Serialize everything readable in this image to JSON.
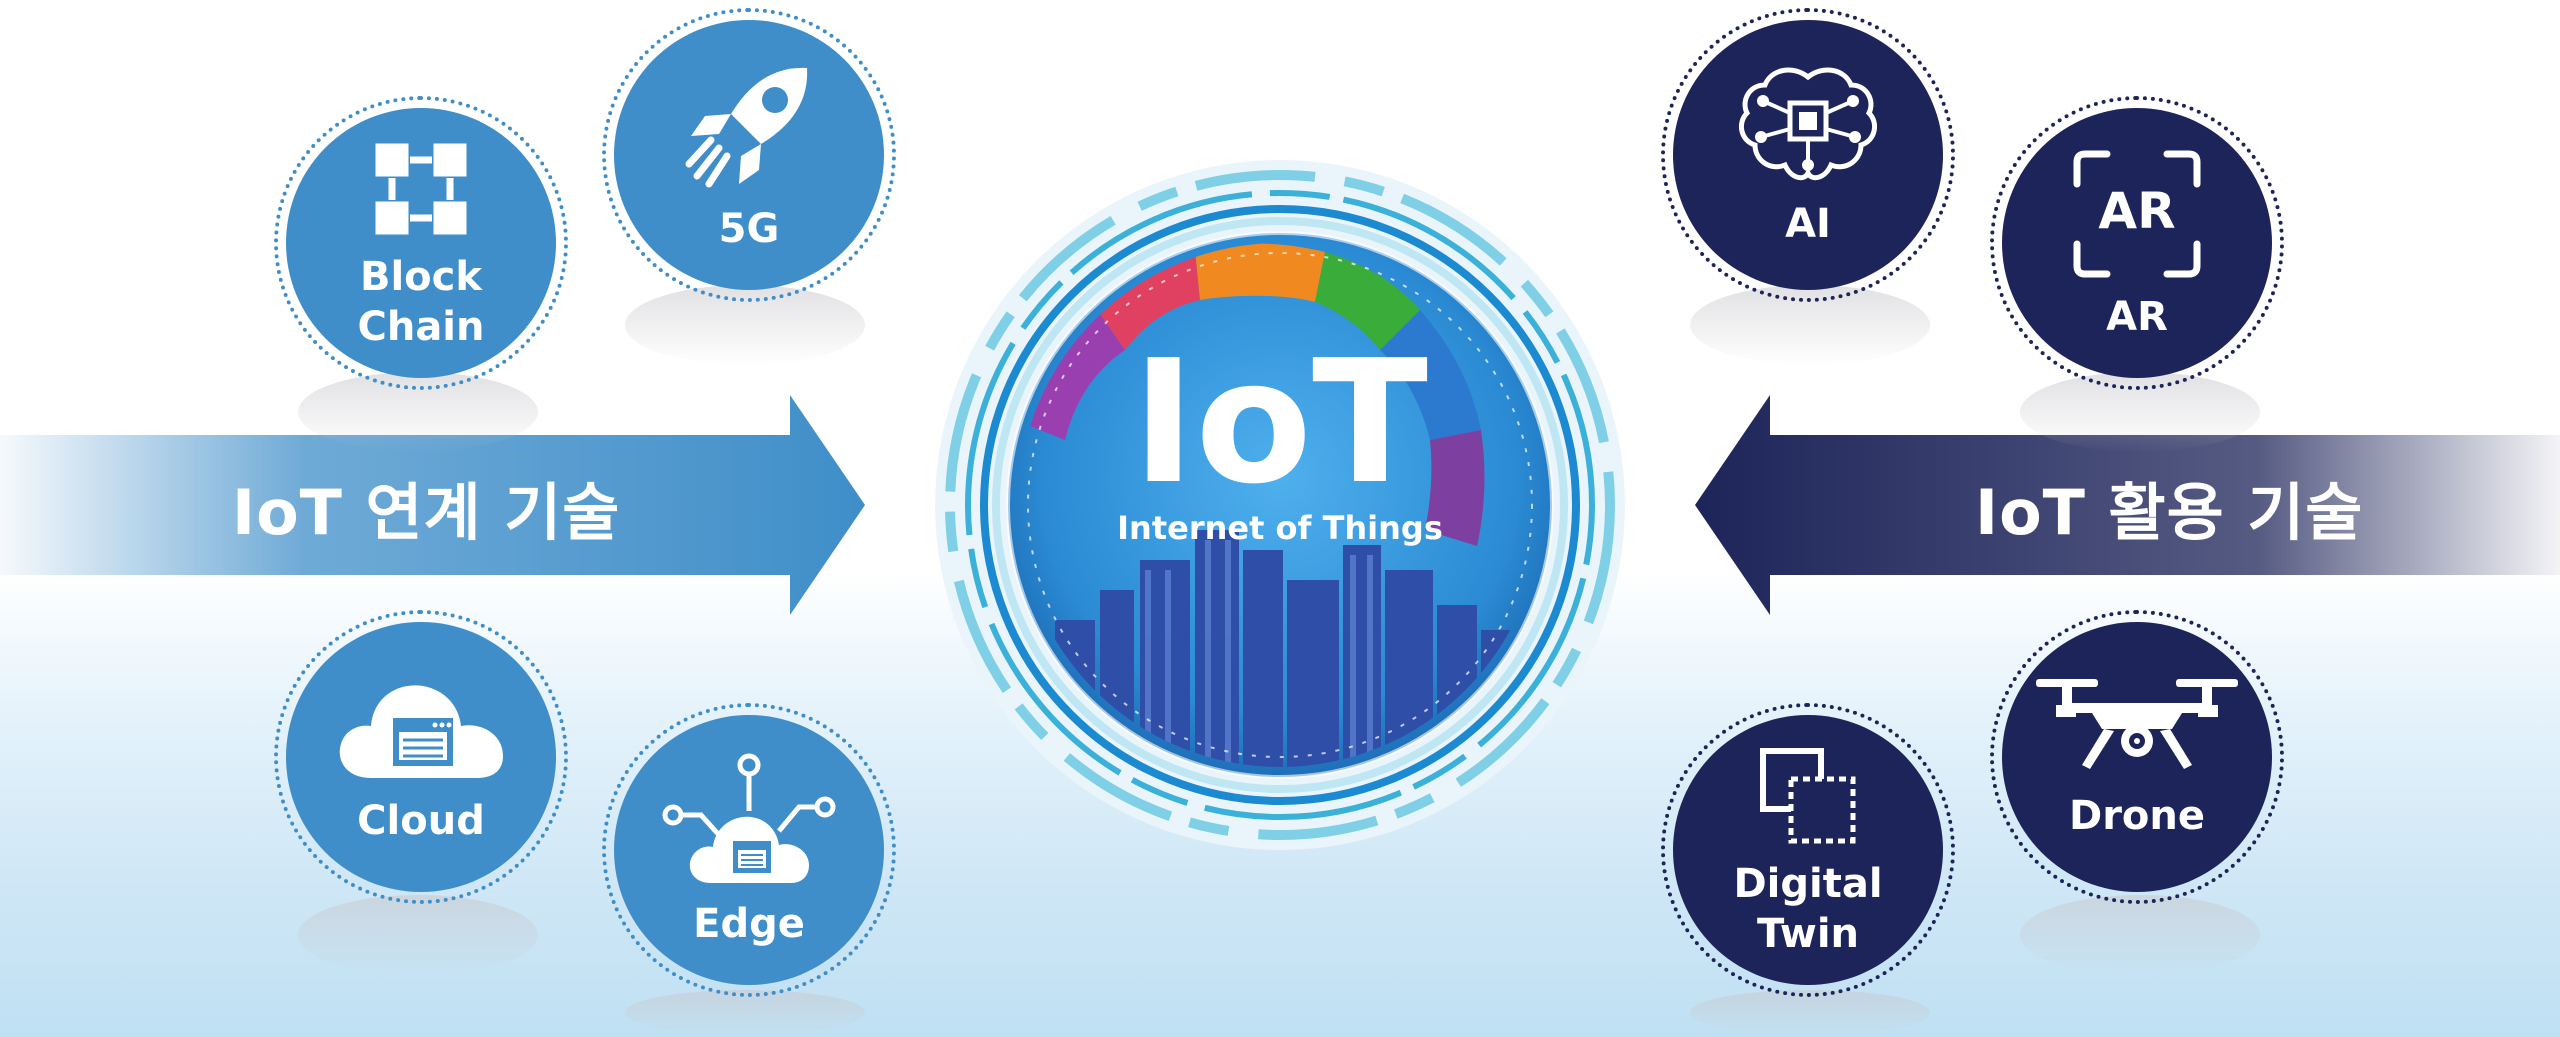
{
  "left_arrow": {
    "label": "IoT 연계 기술",
    "color": "#3f8ec9"
  },
  "right_arrow": {
    "label": "IoT 활용 기술",
    "color": "#1d2459"
  },
  "hub": {
    "title": "IoT",
    "subtitle": "Internet of Things"
  },
  "left_nodes": [
    {
      "label": "Block\nChain",
      "icon": "blockchain-icon"
    },
    {
      "label": "5G",
      "icon": "rocket-icon"
    },
    {
      "label": "Cloud",
      "icon": "cloud-icon"
    },
    {
      "label": "Edge",
      "icon": "edge-cloud-icon"
    }
  ],
  "right_nodes": [
    {
      "label": "AI",
      "icon": "ai-brain-icon"
    },
    {
      "label": "AR",
      "icon": "ar-icon",
      "icon_text": "AR"
    },
    {
      "label": "Digital\nTwin",
      "icon": "digital-twin-icon"
    },
    {
      "label": "Drone",
      "icon": "drone-icon"
    }
  ],
  "colors": {
    "light_blue": "#3f8ec9",
    "navy": "#1d2459",
    "hub_blue": "#2c8fd6"
  }
}
